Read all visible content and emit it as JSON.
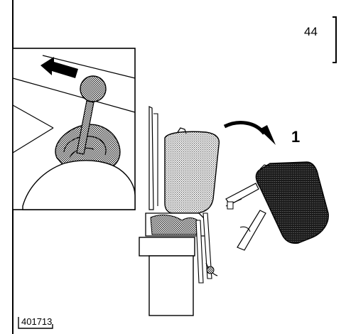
{
  "figure": {
    "page_number": "44",
    "step_callout": "1",
    "figure_code": "401713",
    "icons": [
      "gear-lever-detail",
      "direction-arrow",
      "seat-assembly",
      "hinged-cover",
      "swing-arrow",
      "page-bracket"
    ],
    "colors": {
      "ink": "#000000",
      "paper": "#ffffff",
      "stipple_light": "#bdbdbd",
      "stipple_dark": "#2f2f2f"
    }
  }
}
